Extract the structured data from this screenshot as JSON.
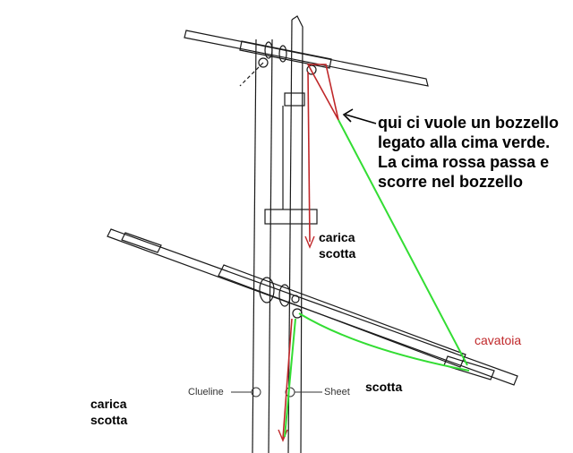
{
  "labels": {
    "note": "qui ci vuole un bozzello legato alla cima verde. La cima rossa passa e scorre nel bozzello",
    "carica_scotta": "carica scotta",
    "scotta": "scotta",
    "cavatoia": "cavatoia",
    "clueline": "Clueline",
    "sheet": "Sheet"
  },
  "colors": {
    "red_line": "#c0282a",
    "green_line": "#33dd33",
    "ink": "#1a1a1a"
  }
}
